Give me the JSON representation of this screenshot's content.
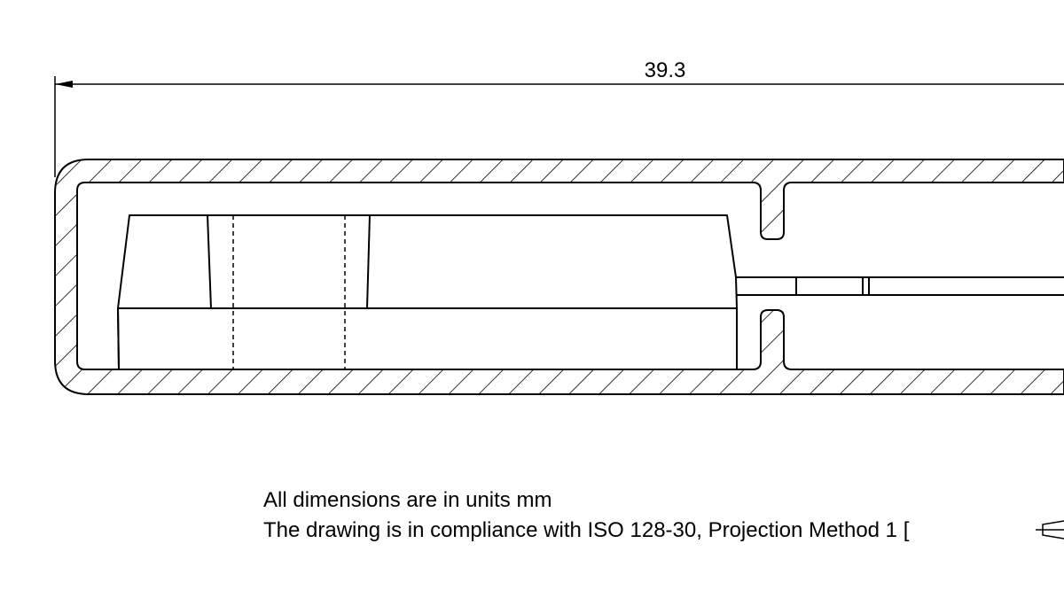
{
  "dimension": {
    "overall_width": "39.3"
  },
  "notes": {
    "line1": "All dimensions are in units mm",
    "line2": "The drawing is in compliance with ISO 128-30, Projection Method 1 ["
  },
  "colors": {
    "line": "#000000",
    "background": "#ffffff"
  }
}
